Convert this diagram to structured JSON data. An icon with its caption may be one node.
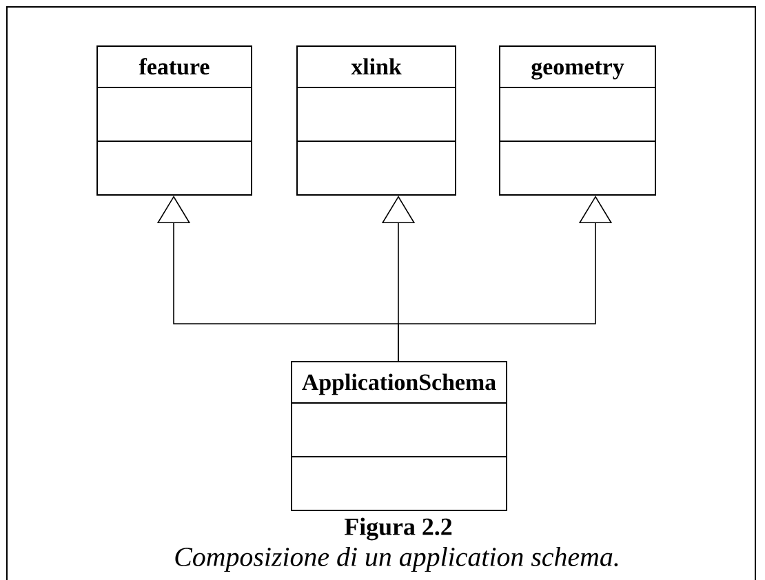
{
  "diagram": {
    "caption": "Composizione di un application schema.",
    "nodes": [
      {
        "text": [
          "feature"
        ]
      },
      {
        "text": [
          "xlink"
        ]
      },
      {
        "text": [
          "geometry"
        ]
      },
      {
        "text": [
          "ApplicationSchema"
        ]
      }
    ],
    "edges": [
      {
        "from": 3,
        "to": 0,
        "arrow": "to"
      },
      {
        "from": 3,
        "to": 1,
        "arrow": "to"
      },
      {
        "from": 3,
        "to": 2,
        "arrow": "to"
      }
    ],
    "labels": [
      "Figura 2.2"
    ]
  }
}
